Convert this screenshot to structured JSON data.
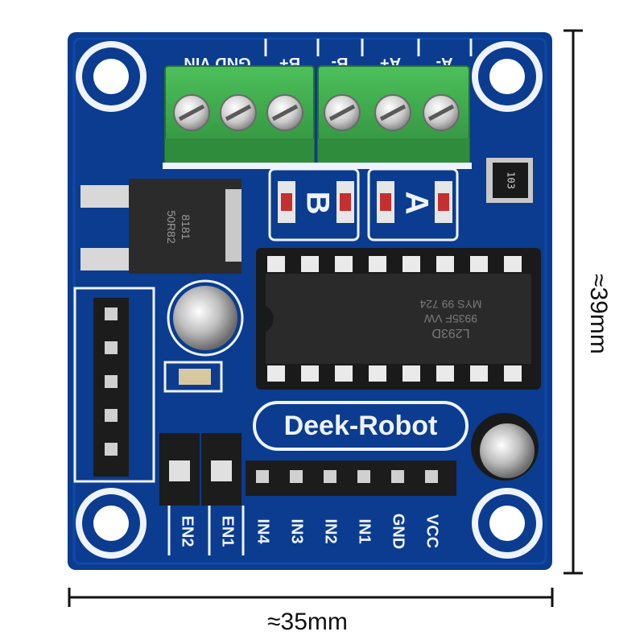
{
  "brand": "Deek-Robot",
  "chip": {
    "line1": "L293D",
    "line2": "9935F VW",
    "line3": "MYS 99 724"
  },
  "regulator": {
    "line1": "8181",
    "line2": "50R82"
  },
  "resistor_array": "103",
  "terminal_labels": [
    "GND VIN",
    "B+",
    "B-",
    "A+",
    "A-"
  ],
  "channel_labels": [
    "B",
    "A"
  ],
  "jumper_labels": [
    "EN2",
    "EN1"
  ],
  "pin_labels": [
    "IN4",
    "IN3",
    "IN2",
    "IN1",
    "GND",
    "VCC"
  ],
  "dimensions": {
    "height": "≈39mm",
    "width": "≈35mm"
  },
  "colors": {
    "pcb": "#0b3c8f",
    "terminal": "#3aa84a",
    "silkscreen": "#eef3ff",
    "chip": "#2a2a2a"
  }
}
